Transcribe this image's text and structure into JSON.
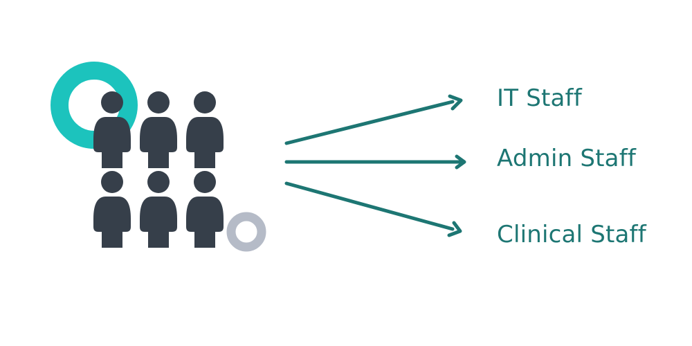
{
  "diagram": {
    "groups": [
      {
        "label": "IT Staff"
      },
      {
        "label": "Admin Staff"
      },
      {
        "label": "Clinical Staff"
      }
    ],
    "people_icon": "person-icon",
    "colors": {
      "accent_teal": "#1cc3bd",
      "arrow_teal": "#1d7673",
      "label_teal": "#1d7673",
      "person_dark": "#363f4a",
      "ring_grey": "#b5bbc7"
    }
  }
}
